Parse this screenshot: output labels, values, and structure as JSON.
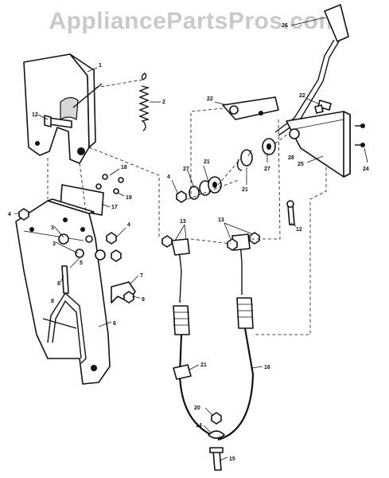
{
  "watermark": "AppliancePartsPros.com",
  "labels": [
    {
      "id": "1",
      "text": "1"
    },
    {
      "id": "2",
      "text": "2"
    },
    {
      "id": "3a",
      "text": "3"
    },
    {
      "id": "3b",
      "text": "3"
    },
    {
      "id": "4a",
      "text": "4"
    },
    {
      "id": "4b",
      "text": "4"
    },
    {
      "id": "4c",
      "text": "4"
    },
    {
      "id": "5",
      "text": "5"
    },
    {
      "id": "6",
      "text": "6"
    },
    {
      "id": "7",
      "text": "7"
    },
    {
      "id": "8a",
      "text": "8"
    },
    {
      "id": "8b",
      "text": "8"
    },
    {
      "id": "9",
      "text": "9"
    },
    {
      "id": "12a",
      "text": "12"
    },
    {
      "id": "12b",
      "text": "12"
    },
    {
      "id": "13a",
      "text": "13"
    },
    {
      "id": "13b",
      "text": "13"
    },
    {
      "id": "14",
      "text": "14"
    },
    {
      "id": "15",
      "text": "15"
    },
    {
      "id": "16",
      "text": "16"
    },
    {
      "id": "17",
      "text": "17"
    },
    {
      "id": "18",
      "text": "18"
    },
    {
      "id": "19",
      "text": "19"
    },
    {
      "id": "20",
      "text": "20"
    },
    {
      "id": "21a",
      "text": "21"
    },
    {
      "id": "21b",
      "text": "21"
    },
    {
      "id": "21c",
      "text": "21"
    },
    {
      "id": "22a",
      "text": "22"
    },
    {
      "id": "22b",
      "text": "22"
    },
    {
      "id": "24",
      "text": "24"
    },
    {
      "id": "25",
      "text": "25"
    },
    {
      "id": "26",
      "text": "26"
    },
    {
      "id": "27a",
      "text": "27"
    },
    {
      "id": "27b",
      "text": "27"
    },
    {
      "id": "28",
      "text": "28"
    }
  ]
}
